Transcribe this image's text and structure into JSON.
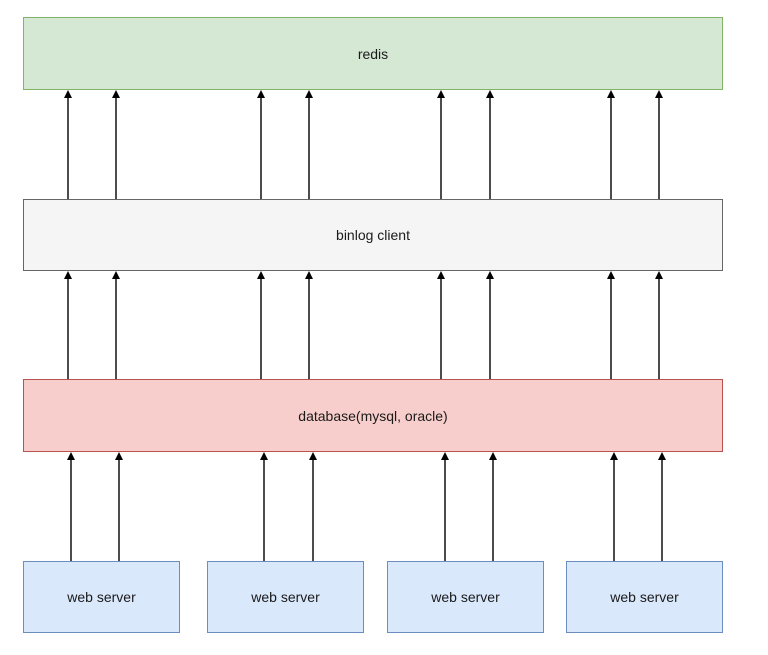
{
  "diagram": {
    "redis_label": "redis",
    "binlog_label": "binlog client",
    "database_label": "database(mysql, oracle)",
    "web_servers": [
      "web server",
      "web server",
      "web server",
      "web server"
    ]
  },
  "colors": {
    "redis_fill": "#d5e8d4",
    "redis_stroke": "#82b366",
    "binlog_fill": "#f5f5f5",
    "binlog_stroke": "#666666",
    "database_fill": "#f8cecc",
    "database_stroke": "#b85450",
    "web_server_fill": "#dae8fc",
    "web_server_stroke": "#6c8ebf",
    "arrow": "#000000"
  }
}
